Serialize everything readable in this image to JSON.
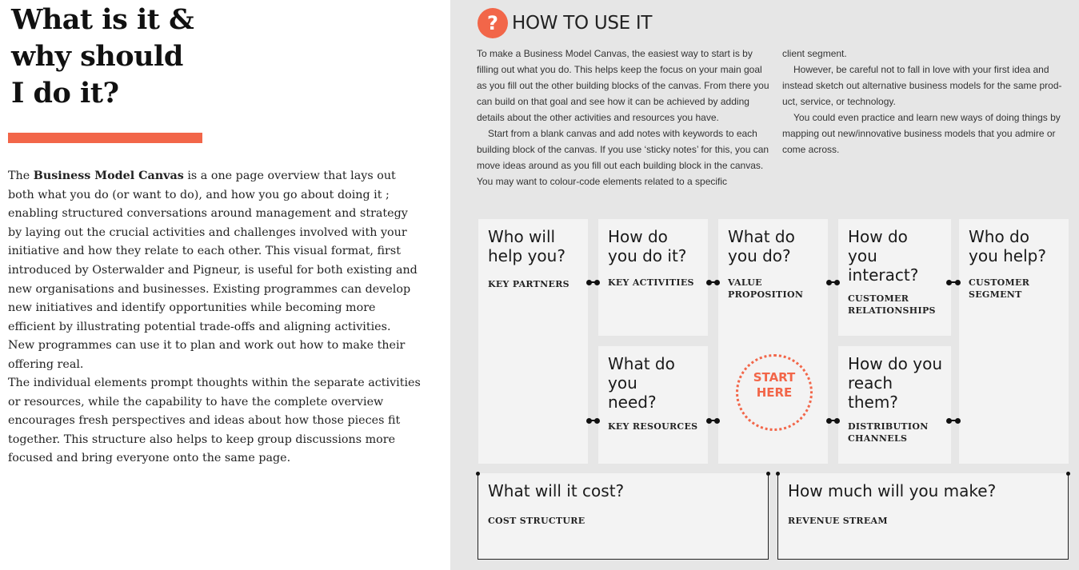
{
  "left": {
    "title_lines": [
      "What is it &",
      "why should",
      "I do it?"
    ],
    "p1_lead": "The ",
    "p1_bold": "Business Model Canvas",
    "p1_rest": " is a one page overview that lays out both what you do (or want to do), and how you go about doing it ; enabling structured conversations around management and strategy by laying out the crucial activities and challenges involved with your initiative and how they relate to each other. This visual format, first introduced by Osterwalder and Pigneur, is useful for both existing and new organisa­tions and businesses. Existing programmes can develop new initiatives and identify opportunities while becoming more efficient by illustrating potential trade-offs and aligning activities. New programmes can use it to plan and work out how to make their offering real.",
    "p2": "The individual elements prompt thoughts within the separate activities or resources, while the capability to have the complete overview encour­ages fresh perspectives and ideas about how those pieces fit together. This structure also helps to keep group discussions more focused and bring everyone onto the same page."
  },
  "howto": {
    "icon": "?",
    "heading": "HOW TO USE IT",
    "col1_p1": "To make a Business Model Canvas, the easiest way to start is by filling out what you do. This helps keep the focus on your main goal as you fill out the other building blocks of the canvas. From there you can build on that goal and see how it can be achieved by adding details about the other activities and resources you have.",
    "col1_p2": "Start from a blank canvas and add notes with keywords to each building block of the canvas. If you use ‘sticky notes’ for this, you can move ideas around as you fill out each building block in the canvas. You may want to colour-code elements related to a specific",
    "col2_p0": "client segment.",
    "col2_p1": "However, be careful not to fall in love with your first idea and instead sketch out alternative business models for the same prod­uct, service, or technology.",
    "col2_p2": "You could even practice and learn new ways of doing things by mapping out new/innovative business models that you admire or come across."
  },
  "canvas": {
    "partners": {
      "question": "Who will help you?",
      "label": "KEY PARTNERS"
    },
    "activities": {
      "question": "How do you do it?",
      "label": "KEY ACTIVITIES"
    },
    "value": {
      "question": "What do you do?",
      "label": "VALUE PROPOSITION"
    },
    "relationships": {
      "question": "How do you interact?",
      "label": "CUSTOMER RELATIONSHIPS"
    },
    "segment": {
      "question": "Who do you help?",
      "label": "CUSTOMER SEGMENT"
    },
    "resources": {
      "question": "What do you need?",
      "label": "KEY RESOURCES"
    },
    "channels": {
      "question": "How do you reach them?",
      "label": "DISTRIBUTION CHANNELS"
    },
    "cost": {
      "question": "What will it cost?",
      "label": "COST STRUCTURE"
    },
    "revenue": {
      "question": "How much will you make?",
      "label": "REVENUE STREAM"
    },
    "start_here": [
      "START",
      "HERE"
    ]
  },
  "colors": {
    "accent": "#f26649",
    "panel": "#e6e6e6",
    "box": "#f3f3f3"
  }
}
